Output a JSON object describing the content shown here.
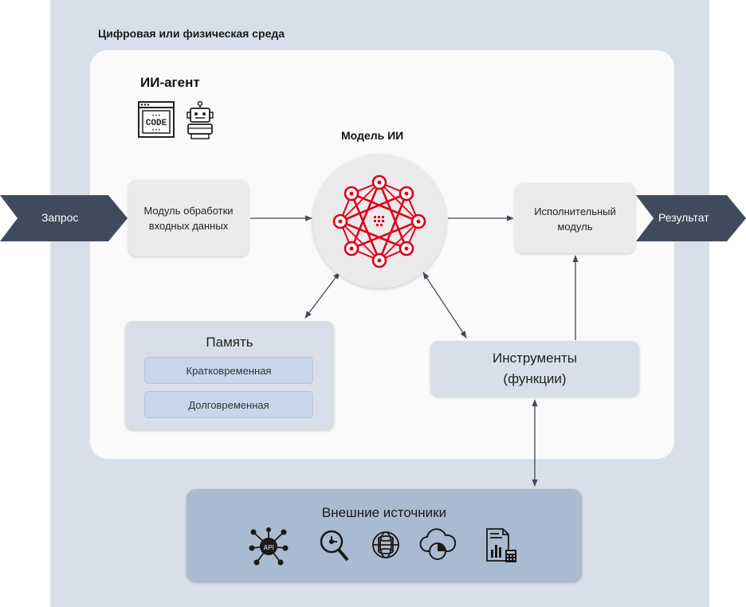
{
  "environment": {
    "title": "Цифровая или физическая среда"
  },
  "agent": {
    "title": "ИИ-агент",
    "code_icon_text": "CODE",
    "icons": [
      "code-window-icon",
      "robot-icon"
    ]
  },
  "input_module": {
    "line1": "Модуль обработки",
    "line2": "входных данных"
  },
  "model": {
    "title": "Модель ИИ",
    "icon": "neural-star-icon"
  },
  "exec_module": {
    "line1": "Исполнительный",
    "line2": "модуль"
  },
  "memory": {
    "title": "Память",
    "items": [
      "Кратковременная",
      "Долговременная"
    ]
  },
  "tools": {
    "line1": "Инструменты",
    "line2": "(функции)"
  },
  "external": {
    "title": "Внешние источники",
    "api_text": "API",
    "icons": [
      "api-network-icon",
      "search-analytics-icon",
      "database-globe-icon",
      "cloud-chart-icon",
      "report-calculator-icon"
    ]
  },
  "io": {
    "input_label": "Запрос",
    "output_label": "Результат"
  },
  "colors": {
    "accent": "#e0001b",
    "environment": "#d9dfea",
    "arrow": "#3f4a5c",
    "external": "#a9bbd0"
  }
}
